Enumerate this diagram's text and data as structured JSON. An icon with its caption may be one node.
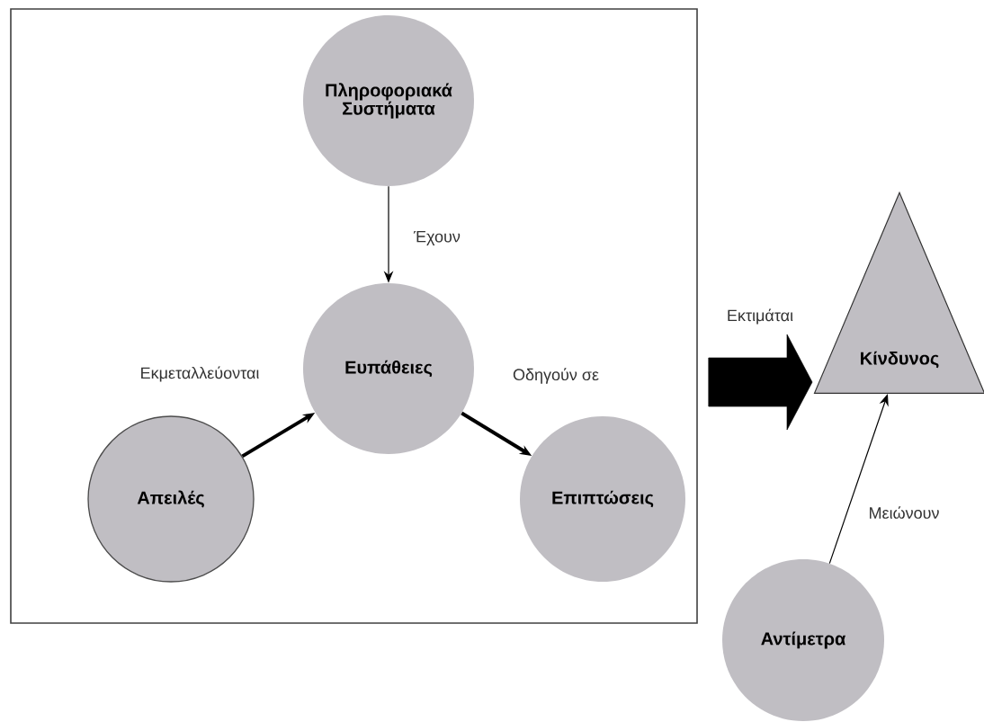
{
  "diagram": {
    "nodes": [
      {
        "text": [],
        "shape": "box"
      },
      {
        "text": [
          "Πληροφοριακά Συστήματα"
        ],
        "in": 0
      },
      {
        "text": [
          "Ευπάθειες"
        ],
        "in": 0
      },
      {
        "text": [
          "Απειλές"
        ],
        "in": 0
      },
      {
        "text": [
          "Επιπτώσεις"
        ],
        "in": 0
      },
      {
        "text": [
          "Κίνδυνος"
        ]
      },
      {
        "text": [
          "Αντίμετρα"
        ]
      }
    ],
    "edges": [
      {
        "from": 1,
        "to": 2,
        "arrow": "to",
        "label": "Έχουν"
      },
      {
        "from": 3,
        "to": 2,
        "arrow": "to",
        "label": "Εκμεταλλεύονται",
        "style": "thick"
      },
      {
        "from": 2,
        "to": 4,
        "arrow": "to",
        "label": "Οδηγούν σε",
        "style": "thick"
      },
      {
        "from": 0,
        "to": 5,
        "arrow": "to",
        "label": "Εκτιμάται",
        "style": "thick"
      },
      {
        "from": 6,
        "to": 5,
        "arrow": "to",
        "label": "Μειώνουν"
      }
    ]
  }
}
